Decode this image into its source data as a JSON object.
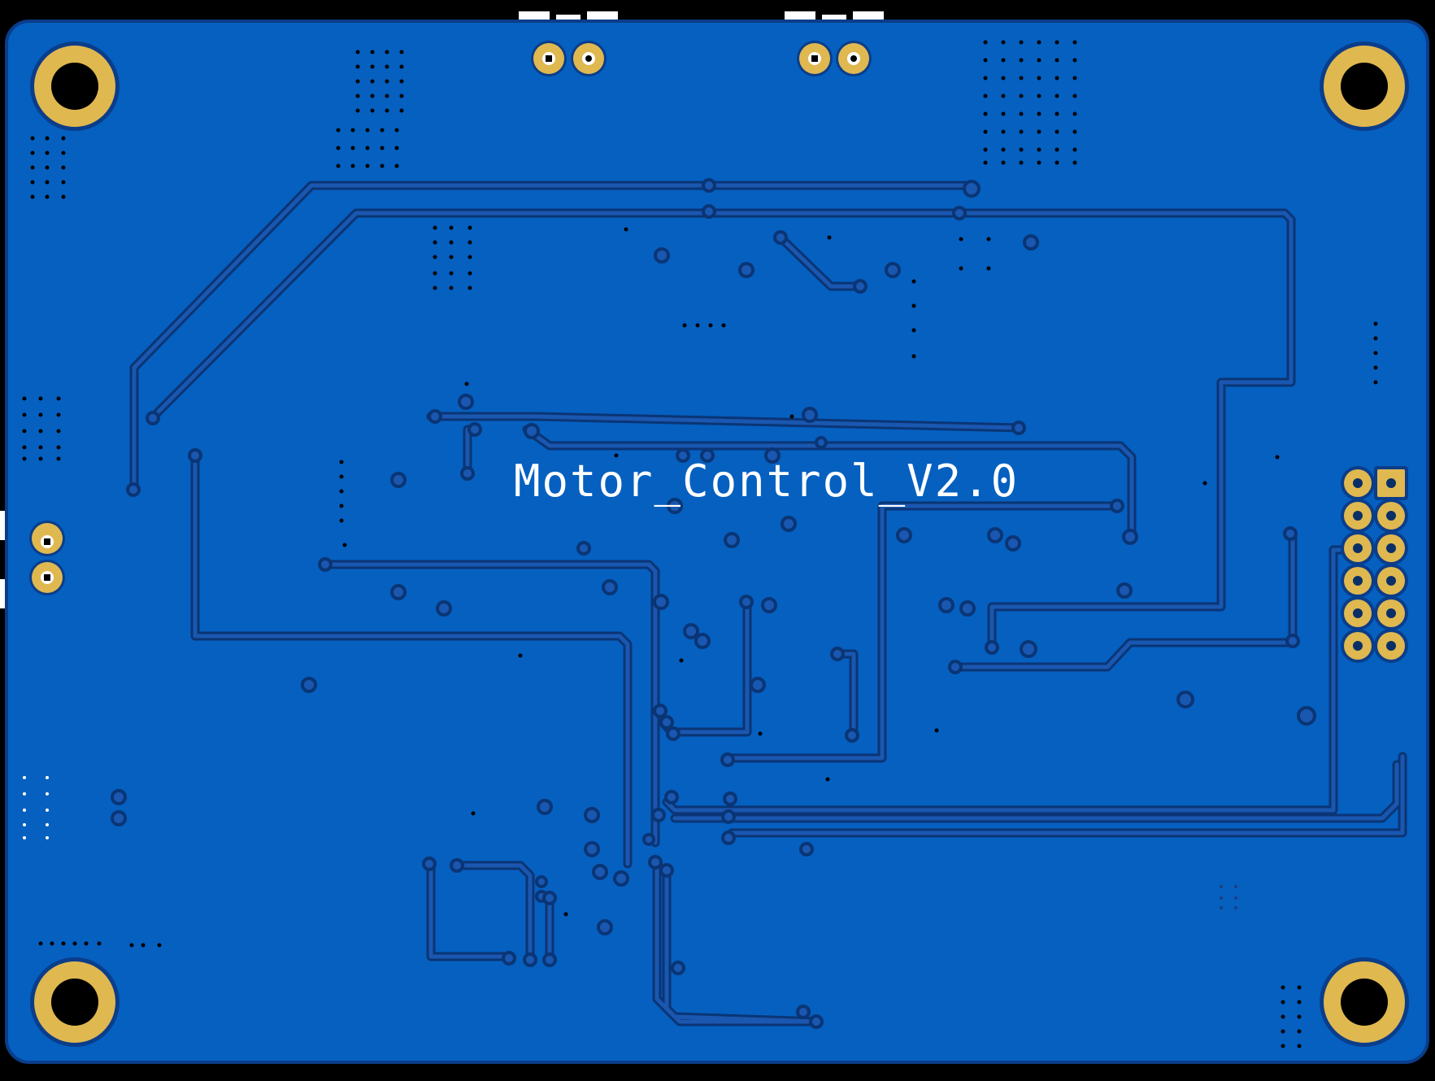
{
  "board": {
    "silkscreen_label": "Motor_Control_V2.0",
    "colors": {
      "background": "#000000",
      "board": "#0560c0",
      "board_edge": "#0a3d8a",
      "trace": "#0a3575",
      "trace_fill": "#1a57b0",
      "pad_gold": "#e0b850",
      "hole": "#000000",
      "silkscreen": "#ffffff"
    },
    "components": {
      "mounting_holes": 4,
      "power_connectors": 2,
      "side_connector": 1,
      "pin_header": "2x6"
    }
  }
}
